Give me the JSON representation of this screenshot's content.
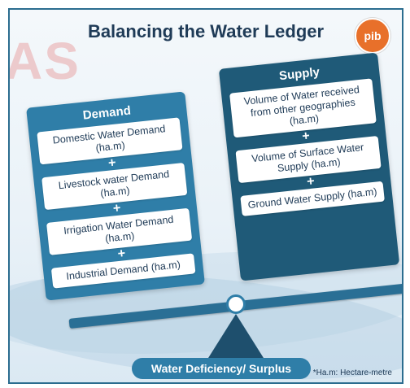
{
  "watermark": "AS",
  "title": "Balancing the Water Ledger",
  "logo_text": "pib",
  "demand": {
    "heading": "Demand",
    "items": [
      "Domestic Water Demand (ha.m)",
      "Livestock water Demand (ha.m)",
      "Irrigation Water Demand (ha.m)",
      "Industrial Demand (ha.m)"
    ],
    "operator": "+"
  },
  "supply": {
    "heading": "Supply",
    "items": [
      "Volume of Water received from other geographies (ha.m)",
      "Volume of Surface Water Supply (ha.m)",
      "Ground Water Supply (ha.m)"
    ],
    "operator": "+"
  },
  "result_label": "Water Deficiency/ Surplus",
  "footnote": "*Ha.m: Hectare-metre",
  "colors": {
    "title": "#1f3b57",
    "demand_panel": "#2f7ea8",
    "supply_panel": "#1f5a78",
    "fulcrum": "#1e4f6d",
    "watermark": "#e9a7a7"
  }
}
